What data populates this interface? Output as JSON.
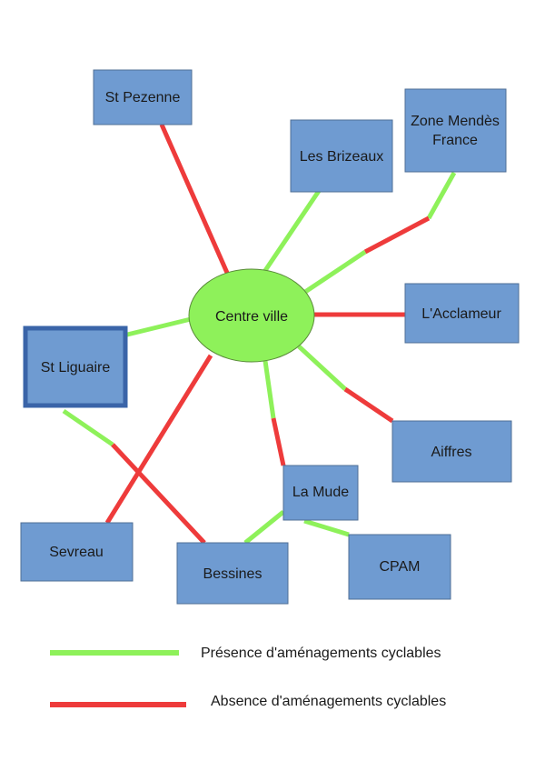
{
  "colors": {
    "green": "#8ef15a",
    "red": "#ee3b3b",
    "node": "#6f9bd1"
  },
  "center": {
    "label": "Centre ville"
  },
  "nodes": {
    "st_pezenne": "St Pezenne",
    "les_brizeaux": "Les Brizeaux",
    "zone_mendes_line1": "Zone Mendès",
    "zone_mendes_line2": "France",
    "acclameur": "L'Acclameur",
    "st_liguaire": "St Liguaire",
    "aiffres": "Aiffres",
    "la_mude": "La Mude",
    "sevreau": "Sevreau",
    "bessines": "Bessines",
    "cpam": "CPAM"
  },
  "legend": {
    "green": "Présence d'aménagements cyclables",
    "red": "Absence d'aménagements cyclables"
  }
}
